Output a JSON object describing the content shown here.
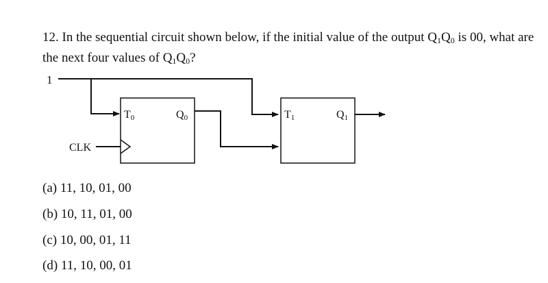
{
  "question": {
    "number": "12.",
    "text_a": "In the sequential circuit shown below, if the initial value of the output Q",
    "sub1": "1",
    "text_b": "Q",
    "sub0": "0",
    "text_c": " is 00, what are the next four values of Q",
    "sub1b": "1",
    "text_d": "Q",
    "sub0b": "0",
    "text_e": "?"
  },
  "diagram": {
    "input_label": "1",
    "clk_label": "CLK",
    "ff0": {
      "input": "T",
      "input_sub": "0",
      "output": "Q",
      "output_sub": "0"
    },
    "ff1": {
      "input": "T",
      "input_sub": "1",
      "output": "Q",
      "output_sub": "1"
    }
  },
  "options": [
    {
      "label": "(a)",
      "value": "11, 10, 01, 00"
    },
    {
      "label": "(b)",
      "value": "10, 11, 01, 00"
    },
    {
      "label": "(c)",
      "value": "10, 00, 01, 11"
    },
    {
      "label": "(d)",
      "value": "11, 10, 00, 01"
    }
  ]
}
